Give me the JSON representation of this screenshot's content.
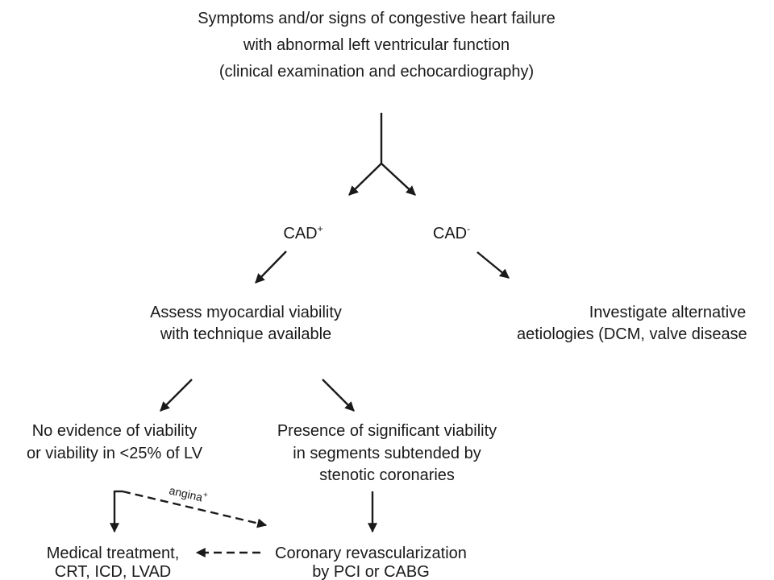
{
  "nodes": {
    "root": {
      "lines": [
        "Symptoms and/or signs of congestive heart failure",
        "with abnormal left ventricular function",
        "(clinical examination and echocardiography)"
      ]
    },
    "cad_pos": {
      "label": "CAD",
      "sup": "+"
    },
    "cad_neg": {
      "label": "CAD",
      "sup": "-"
    },
    "assess": {
      "lines": [
        "Assess myocardial viability",
        "with technique available"
      ]
    },
    "investigate": {
      "lines": [
        "Investigate alternative",
        "aetiologies (DCM, valve disease"
      ]
    },
    "no_viability": {
      "lines": [
        "No evidence of viability",
        "or viability in <25% of LV"
      ]
    },
    "viability": {
      "lines": [
        "Presence of significant viability",
        "in segments subtended by",
        "stenotic coronaries"
      ]
    },
    "medical": {
      "lines": [
        "Medical treatment,",
        "CRT, ICD, LVAD"
      ]
    },
    "revasc": {
      "lines": [
        "Coronary revascularization",
        "by PCI or CABG"
      ]
    }
  },
  "edges": {
    "angina": {
      "label": "angina",
      "sup": "+"
    }
  }
}
